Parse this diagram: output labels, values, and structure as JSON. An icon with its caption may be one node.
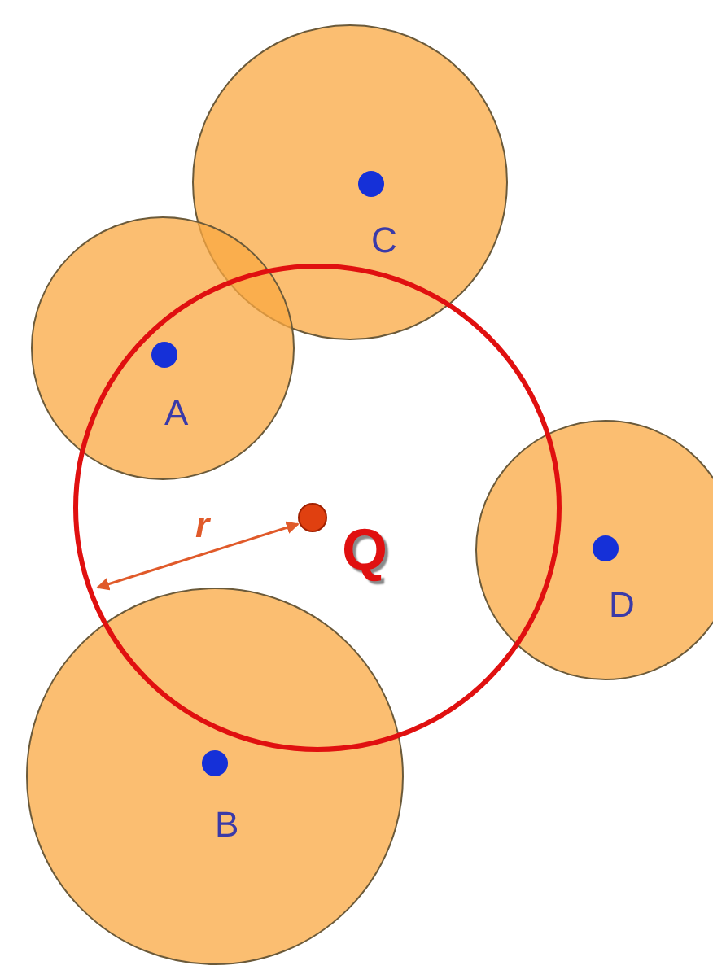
{
  "diagram": {
    "nodes": [
      {
        "text": [
          "C"
        ]
      },
      {
        "text": [
          "A"
        ]
      },
      {
        "text": [
          "Q"
        ]
      },
      {
        "text": [
          "D"
        ]
      },
      {
        "text": [
          "B"
        ]
      }
    ],
    "labels": [
      "r"
    ]
  }
}
